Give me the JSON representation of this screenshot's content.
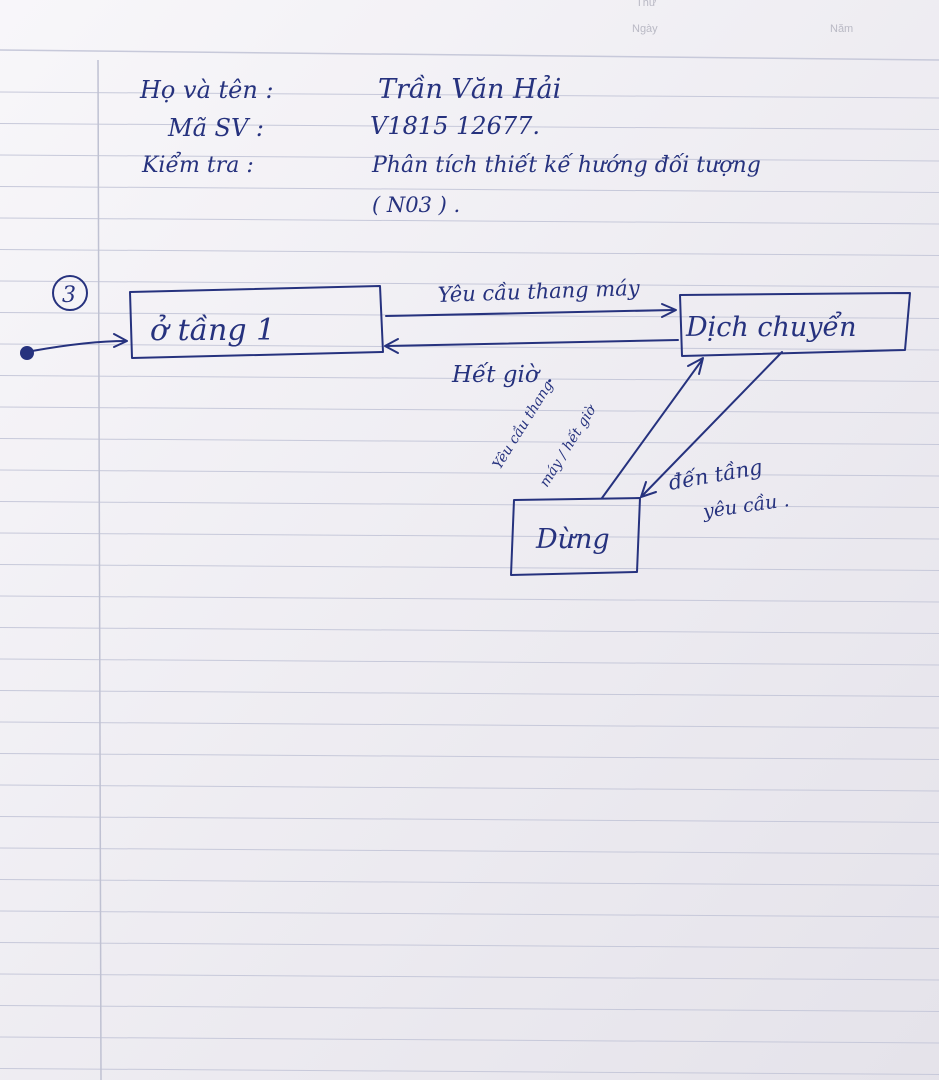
{
  "page_header": {
    "thu": "Thứ",
    "ngay": "Ngày",
    "nam": "Năm"
  },
  "student": {
    "name_label": "Họ và tên :",
    "name_value": "Trần Văn Hải",
    "id_label": "Mã SV :",
    "id_value": "V1815 12677.",
    "exam_label": "Kiểm tra :",
    "exam_value_line1": "Phân tích thiết kế hướng đối tượng",
    "exam_value_line2": "( N03 ) ."
  },
  "question_number": "3",
  "diagram": {
    "states": {
      "floor1": "ở tầng 1",
      "moving": "Dịch chuyển",
      "stopped": "Dừng"
    },
    "transitions": {
      "request_elevator": "Yêu cầu thang máy",
      "timeout_top": "Hết giờ .",
      "request_elevator_diag_1": "Yêu cầu thang",
      "request_elevator_diag_2": "máy / hết giờ",
      "arrive_floor_1": "đến tầng",
      "arrive_floor_2": "yêu cầu ."
    }
  },
  "colors": {
    "ink": "#26327e",
    "paper": "#f4f2f7",
    "rule": "#c7c9da",
    "margin": "#bfc1d2"
  }
}
